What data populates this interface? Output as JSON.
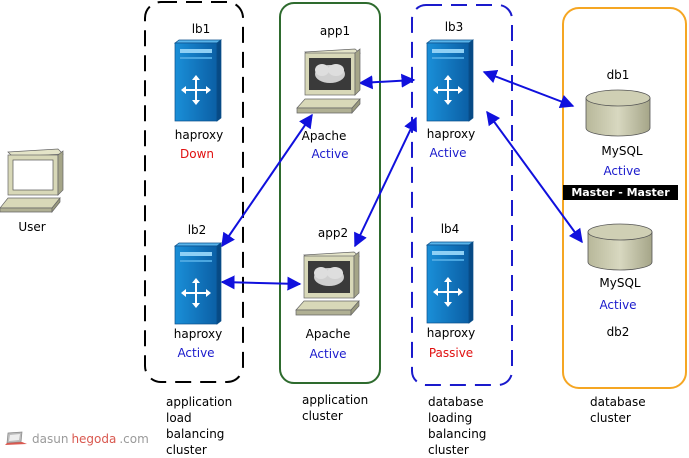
{
  "user": {
    "label": "User"
  },
  "lb1": {
    "name": "lb1",
    "service": "haproxy",
    "status": "Down"
  },
  "lb2": {
    "name": "lb2",
    "service": "haproxy",
    "status": "Active"
  },
  "app1": {
    "name": "app1",
    "service": "Apache",
    "status": "Active"
  },
  "app2": {
    "name": "app2",
    "service": "Apache",
    "status": "Active"
  },
  "lb3": {
    "name": "lb3",
    "service": "haproxy",
    "status": "Active"
  },
  "lb4": {
    "name": "lb4",
    "service": "haproxy",
    "status": "Passive"
  },
  "db1": {
    "name": "db1",
    "service": "MySQL",
    "status": "Active"
  },
  "db2": {
    "name": "db2",
    "service": "MySQL",
    "status": "Active"
  },
  "replication": "Master - Master",
  "clusters": {
    "app_lb": [
      "application",
      "load",
      "balancing",
      "cluster"
    ],
    "app": [
      "application",
      "cluster"
    ],
    "db_lb": [
      "database",
      "loading",
      "balancing",
      "cluster"
    ],
    "db": [
      "database",
      "cluster"
    ]
  },
  "brand": {
    "prefix": "dasun",
    "highlight": "hegoda",
    "suffix": ".com"
  },
  "colors": {
    "arrow": "#1010dd",
    "app_border": "#2e6b2e",
    "db_lb_border": "#1a1acc",
    "db_border": "#f5a623",
    "active": "#1a1acc",
    "down": "#e01010"
  }
}
